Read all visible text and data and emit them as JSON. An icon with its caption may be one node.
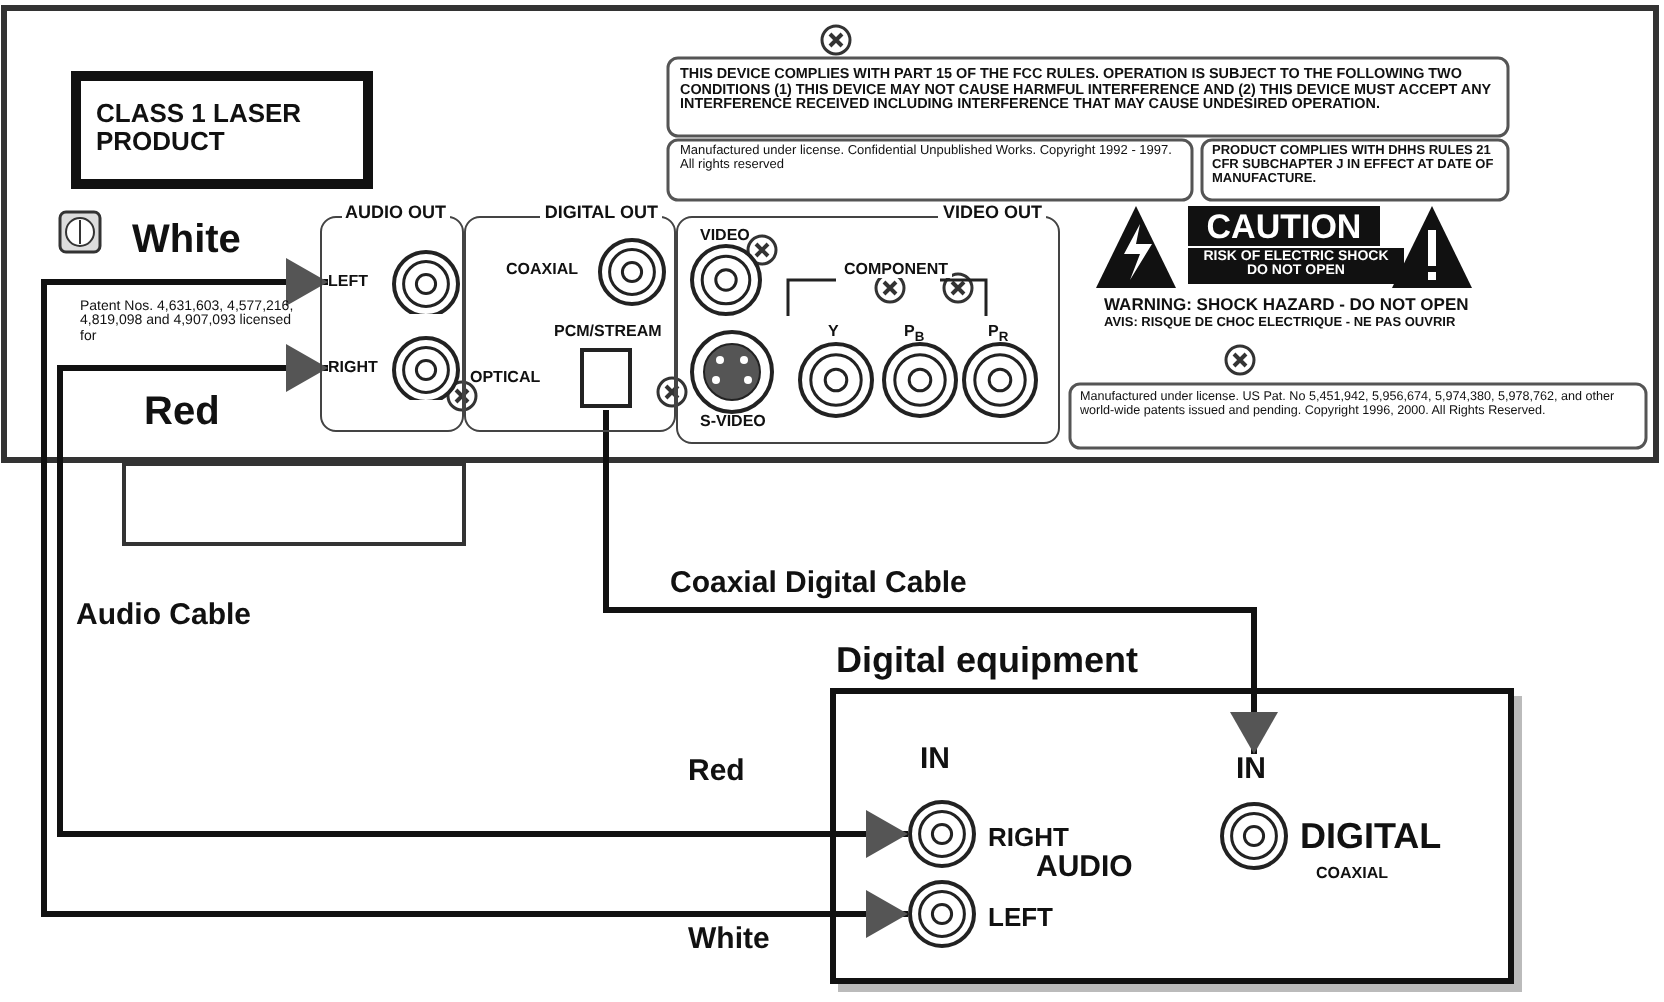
{
  "diagram": {
    "nodes": [
      {
        "text": [
          "AUDIO OUT"
        ]
      },
      {
        "text": [
          "LEFT"
        ],
        "in": 0
      },
      {
        "text": [
          "RIGHT"
        ],
        "in": 0
      },
      {
        "text": [
          "DIGITAL OUT"
        ]
      },
      {
        "text": [
          "COAXIAL"
        ],
        "in": 3
      },
      {
        "text": [
          "OPTICAL"
        ],
        "beside": [
          "PCM/STREAM"
        ],
        "in": 3
      },
      {
        "text": [
          "VIDEO OUT"
        ]
      },
      {
        "text": [
          "Digital equipment"
        ]
      },
      {
        "text": [
          "RIGHT"
        ],
        "in": 7
      },
      {
        "text": [
          "LEFT"
        ],
        "in": 7
      },
      {
        "text": [
          "IN",
          "DIGITAL",
          "COAXIAL"
        ],
        "in": 7
      }
    ],
    "edges": [
      {
        "from": 1,
        "to": 9,
        "arrow": "both"
      },
      {
        "from": 2,
        "to": 8,
        "arrow": "both"
      },
      {
        "from": 5,
        "to": 10,
        "arrow": "to",
        "label": "Coaxial Digital Cable"
      }
    ],
    "labels": [
      "CLASS 1 LASER PRODUCT",
      "THIS DEVICE COMPLIES WITH PART 15 OF THE FCC RULES. OPERATION IS SUBJECT TO THE FOLLOWING TWO CONDITIONS (1) THIS DEVICE MAY NOT CAUSE HARMFUL INTERFERENCE AND (2) THIS DEVICE MUST ACCEPT ANY INTERFERENCE RECEIVED INCLUDING INTERFERENCE THAT MAY CAUSE UNDESIRED OPERATION.",
      "Manufactured under license. Confidential Unpublished Works. Copyright 1992 - 1997. All rights reserved",
      "PRODUCT COMPLIES WITH DHHS RULES 21 CFR SUBCHAPTER J IN EFFECT AT DATE OF MANUFACTURE.",
      "White",
      "Patent Nos. 4,631,603, 4,577,216, 4,819,098 and 4,907,093 licensed for",
      "Red",
      "VIDEO",
      "S-VIDEO",
      "COMPONENT",
      "Y",
      "P$_{B}$",
      "P$_{R}$",
      "CAUTION",
      "RISK OF ELECTRIC SHOCK DO NOT OPEN",
      "WARNING: SHOCK HAZARD - DO NOT OPEN",
      "AVIS: RISQUE DE CHOC ELECTRIQUE - NE PAS OUVRIR",
      "Manufactured under license. US Pat. No 5,451,942, 5,956,674, 5,974,380, 5,978,762, and other world-wide patents issued and pending. Copyright 1996, 2000. All Rights Reserved.",
      "Audio Cable",
      "Red",
      "IN",
      "AUDIO",
      "White"
    ]
  }
}
